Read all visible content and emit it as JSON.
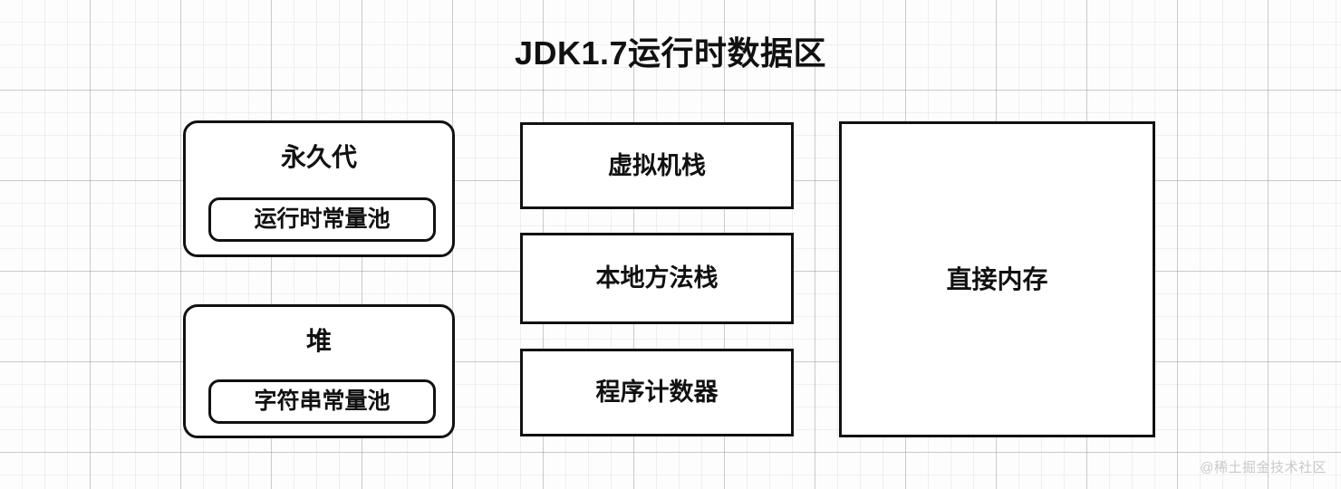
{
  "diagram": {
    "title": "JDK1.7运行时数据区",
    "watermark": "@稀土掘金技术社区",
    "colors": {
      "background": "#fdfdfd",
      "grid_minor": "#eaeaea",
      "grid_major": "#c8c8c8",
      "stroke": "#111111",
      "fill": "#ffffff",
      "watermark": "#c9c9c9"
    },
    "columns": [
      {
        "name": "left-column",
        "nodes": [
          {
            "id": "permgen",
            "label": "永久代",
            "shape": "rounded-rect",
            "children": [
              {
                "id": "runtime-constant-pool",
                "label": "运行时常量池",
                "shape": "rounded-rect"
              }
            ]
          },
          {
            "id": "heap",
            "label": "堆",
            "shape": "rounded-rect",
            "children": [
              {
                "id": "string-constant-pool",
                "label": "字符串常量池",
                "shape": "rounded-rect"
              }
            ]
          }
        ]
      },
      {
        "name": "middle-column",
        "nodes": [
          {
            "id": "vm-stack",
            "label": "虚拟机栈",
            "shape": "rect",
            "children": []
          },
          {
            "id": "native-stack",
            "label": "本地方法栈",
            "shape": "rect",
            "children": []
          },
          {
            "id": "pc-register",
            "label": "程序计数器",
            "shape": "rect",
            "children": []
          }
        ]
      },
      {
        "name": "right-column",
        "nodes": [
          {
            "id": "direct-memory",
            "label": "直接内存",
            "shape": "rect",
            "children": []
          }
        ]
      }
    ]
  }
}
